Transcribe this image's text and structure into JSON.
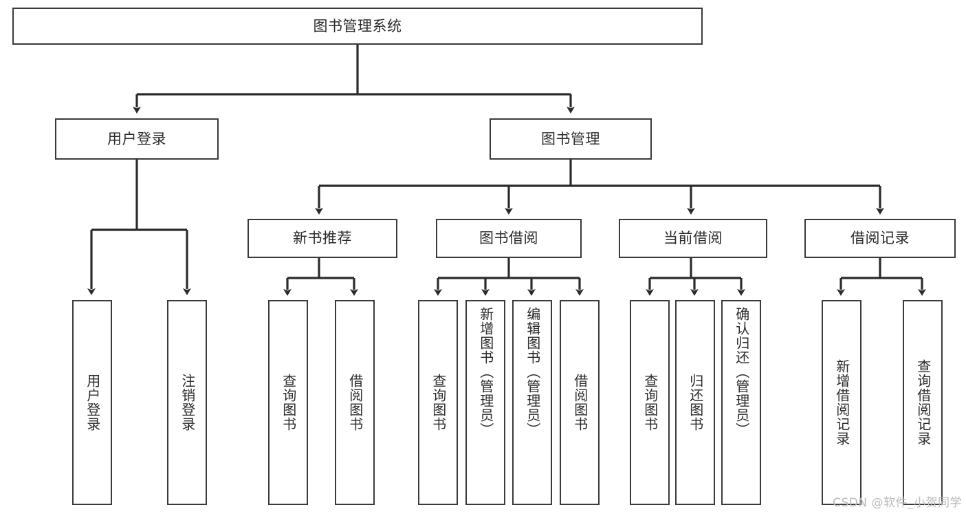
{
  "diagram": {
    "type": "tree-hierarchy",
    "title": "图书管理系统",
    "watermark": "CSDN @软件_小贺同学",
    "colors": {
      "box_border": "#3a3a3a",
      "box_fill": "#ffffff",
      "edge": "#2b2b2b",
      "text": "#2b2b2b",
      "watermark": "#b9b9b9",
      "background": "#ffffff"
    },
    "levels": [
      {
        "level": 0,
        "nodes": [
          {
            "id": "root",
            "label": "图书管理系统",
            "orientation": "horizontal"
          }
        ]
      },
      {
        "level": 1,
        "nodes": [
          {
            "id": "login",
            "label": "用户登录",
            "orientation": "horizontal",
            "parent": "root"
          },
          {
            "id": "bookmgmt",
            "label": "图书管理",
            "orientation": "horizontal",
            "parent": "root"
          }
        ]
      },
      {
        "level": 2,
        "nodes": [
          {
            "id": "newbook",
            "label": "新书推荐",
            "orientation": "horizontal",
            "parent": "bookmgmt"
          },
          {
            "id": "borrow",
            "label": "图书借阅",
            "orientation": "horizontal",
            "parent": "bookmgmt"
          },
          {
            "id": "current",
            "label": "当前借阅",
            "orientation": "horizontal",
            "parent": "bookmgmt"
          },
          {
            "id": "record",
            "label": "借阅记录",
            "orientation": "horizontal",
            "parent": "bookmgmt"
          }
        ]
      },
      {
        "level": 3,
        "nodes": [
          {
            "id": "leaf1",
            "label": "用户登录",
            "orientation": "vertical",
            "parent": "login"
          },
          {
            "id": "leaf2",
            "label": "注销登录",
            "orientation": "vertical",
            "parent": "login"
          },
          {
            "id": "leaf3",
            "label": "查询图书",
            "orientation": "vertical",
            "parent": "newbook"
          },
          {
            "id": "leaf4",
            "label": "借阅图书",
            "orientation": "vertical",
            "parent": "newbook"
          },
          {
            "id": "leaf5",
            "label": "查询图书",
            "orientation": "vertical",
            "parent": "borrow"
          },
          {
            "id": "leaf6",
            "label": "新增图书（管理员）",
            "orientation": "vertical",
            "parent": "borrow"
          },
          {
            "id": "leaf7",
            "label": "编辑图书（管理员）",
            "orientation": "vertical",
            "parent": "borrow"
          },
          {
            "id": "leaf8",
            "label": "借阅图书",
            "orientation": "vertical",
            "parent": "borrow"
          },
          {
            "id": "leaf9",
            "label": "查询图书",
            "orientation": "vertical",
            "parent": "current"
          },
          {
            "id": "leaf10",
            "label": "归还图书",
            "orientation": "vertical",
            "parent": "current"
          },
          {
            "id": "leaf11",
            "label": "确认归还（管理员）",
            "orientation": "vertical",
            "parent": "current"
          },
          {
            "id": "leaf12",
            "label": "新增借阅记录",
            "orientation": "vertical",
            "parent": "record"
          },
          {
            "id": "leaf13",
            "label": "查询借阅记录",
            "orientation": "vertical",
            "parent": "record"
          }
        ]
      }
    ]
  }
}
